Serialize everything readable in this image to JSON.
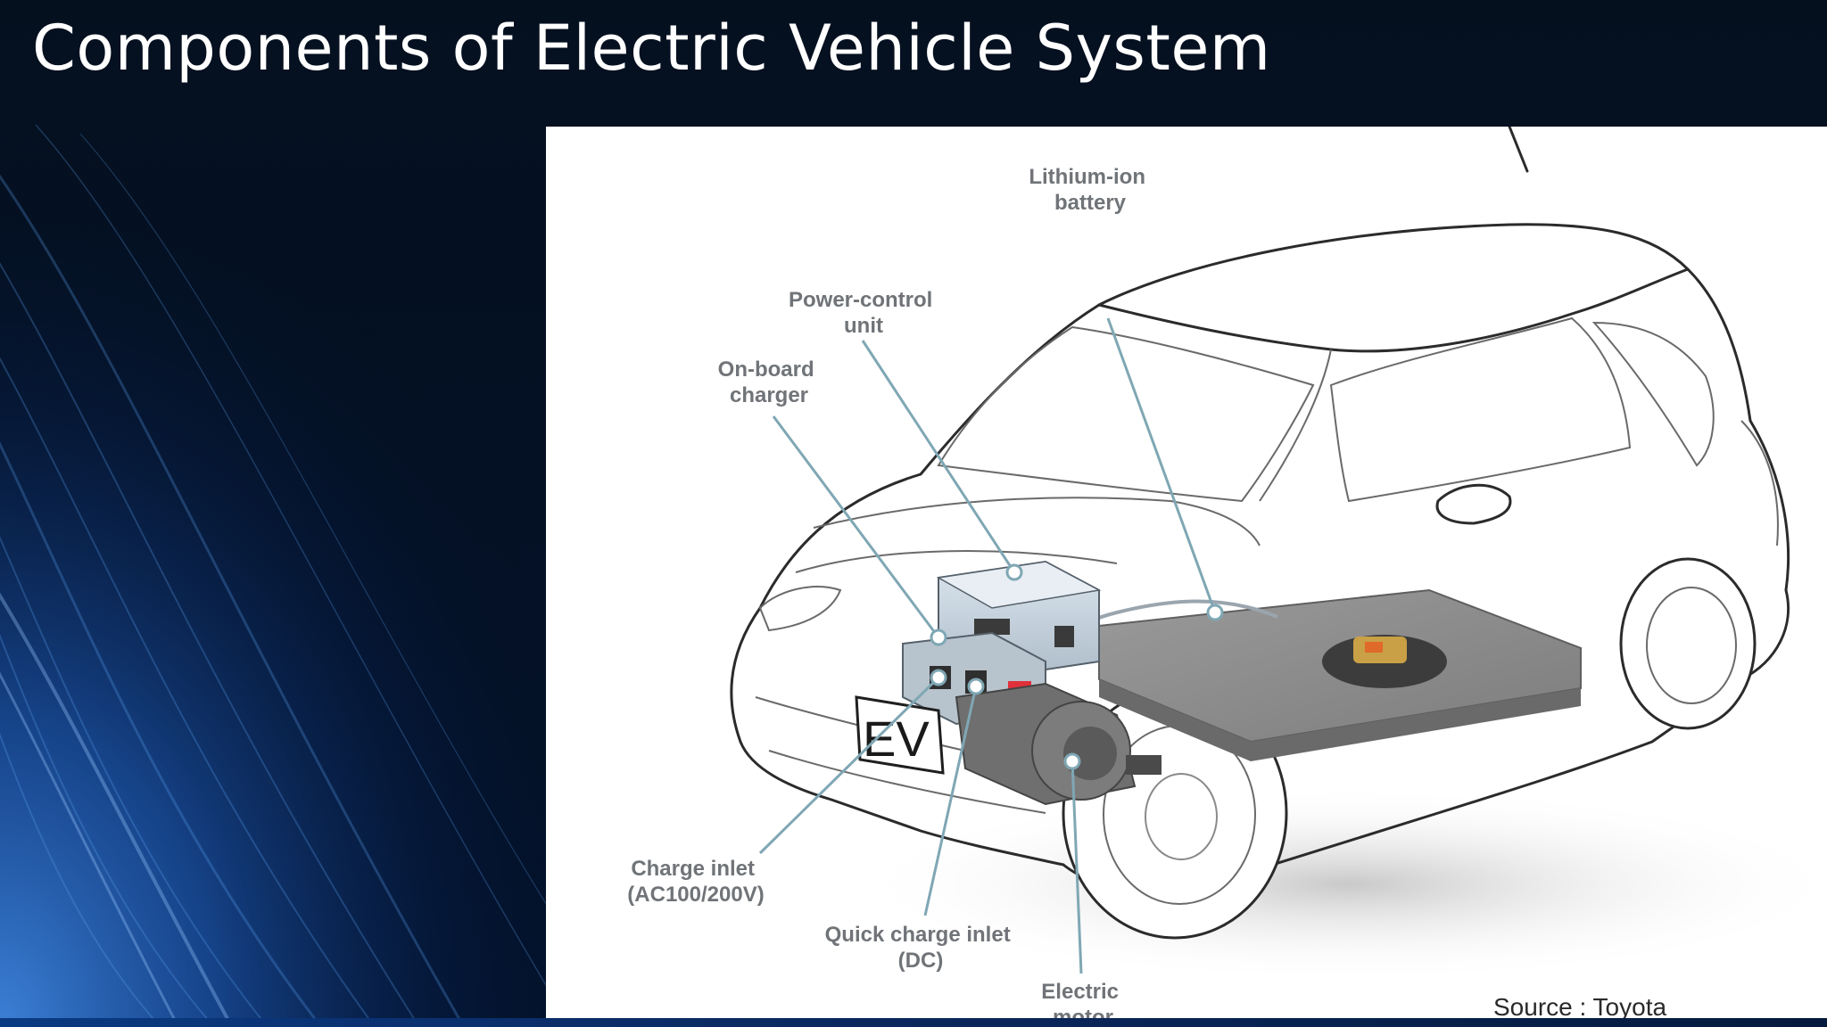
{
  "slide": {
    "title": "Components of Electric Vehicle System"
  },
  "diagram": {
    "labels": {
      "lithium_battery": [
        "Lithium-ion",
        "battery"
      ],
      "power_control_unit": [
        "Power-control",
        "unit"
      ],
      "onboard_charger": [
        "On-board",
        "charger"
      ],
      "charge_inlet": [
        "Charge inlet",
        "(AC100/200V)"
      ],
      "quick_charge_inlet": [
        "Quick charge inlet",
        "(DC)"
      ],
      "electric_motor": [
        "Electric",
        "motor"
      ]
    },
    "plate_text": "EV",
    "source": "Source : Toyota"
  },
  "colors": {
    "slide_background": "#020817",
    "title_text": "#ffffff",
    "panel_background": "#ffffff",
    "label_text": "#707478",
    "leader_line": "#7fa7b4",
    "battery_pack": "#8e8e8e",
    "power_unit": "#c9d6e2",
    "motor": "#6f6f6f",
    "accent_red": "#e0303a"
  }
}
